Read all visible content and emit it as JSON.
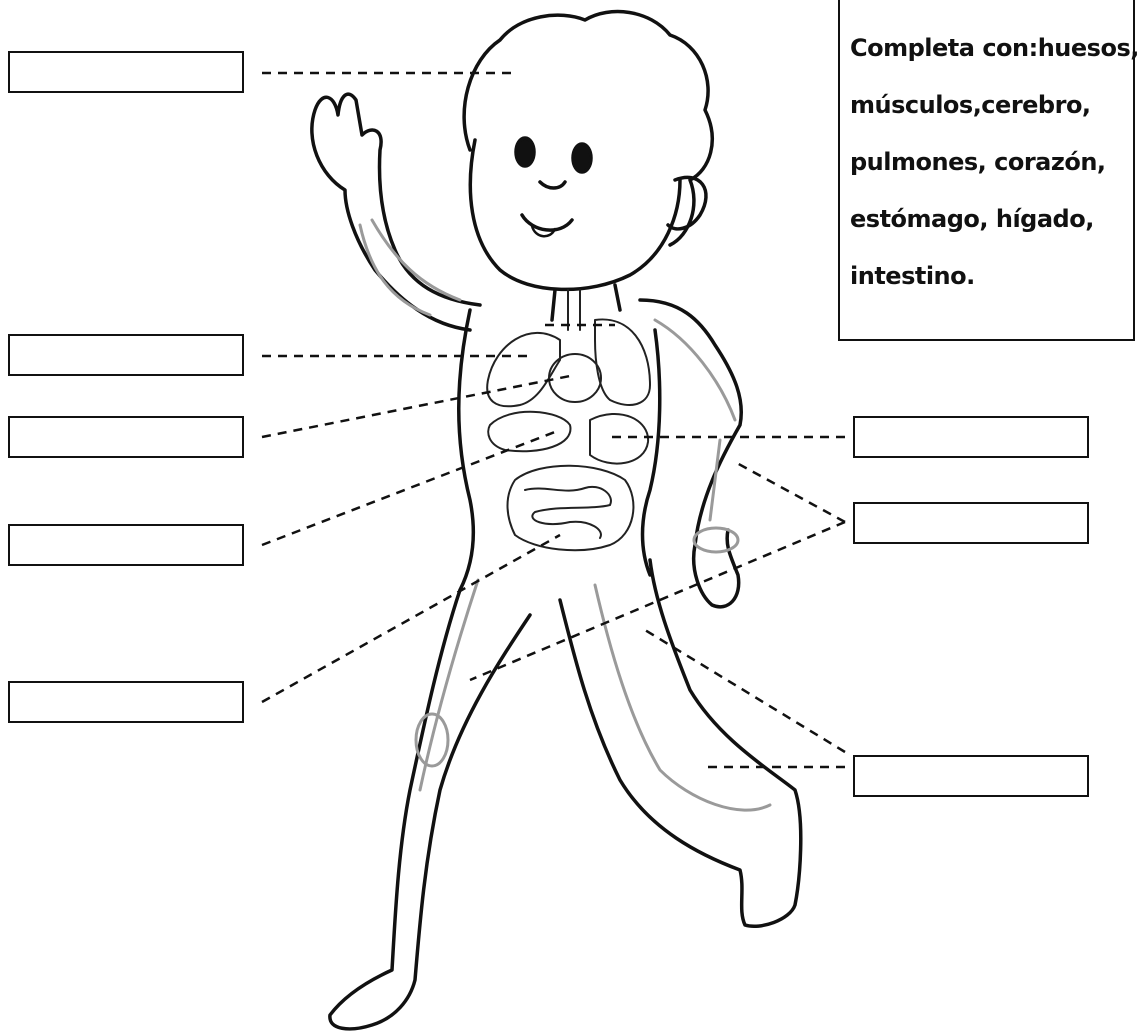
{
  "instructions": {
    "lines": [
      "Completa con:huesos,",
      "músculos,cerebro,",
      "pulmones, corazón,",
      "estómago, hígado,",
      "intestino."
    ]
  },
  "answer_boxes": [
    {
      "id": "left-1",
      "value": ""
    },
    {
      "id": "left-2",
      "value": ""
    },
    {
      "id": "left-3",
      "value": ""
    },
    {
      "id": "left-4",
      "value": ""
    },
    {
      "id": "left-5",
      "value": ""
    },
    {
      "id": "right-1",
      "value": ""
    },
    {
      "id": "right-2",
      "value": ""
    },
    {
      "id": "right-3",
      "value": ""
    }
  ],
  "colors": {
    "outline": "#111111",
    "muscle": "#9a9a9a",
    "organ": "#555555"
  }
}
